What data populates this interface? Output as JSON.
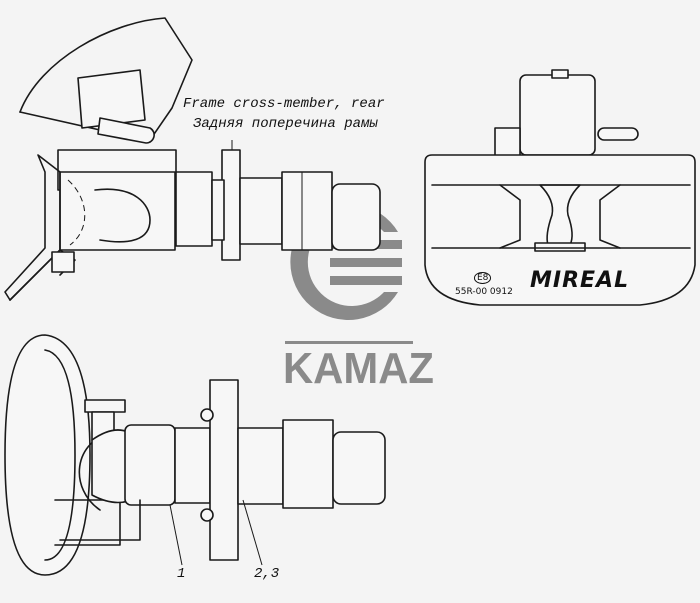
{
  "annotations": {
    "frame_en": "Frame cross-member, rear",
    "frame_ru": "Задняя поперечина рамы",
    "callout_1": "1",
    "callout_2_3": "2,3"
  },
  "logo": {
    "brand": "KAMAZ",
    "brand_color": "#8a8a8a"
  },
  "device_markings": {
    "approval_mark": "E8",
    "approval_number": "55R-00 0912",
    "manufacturer_logo": "MIREAL"
  }
}
